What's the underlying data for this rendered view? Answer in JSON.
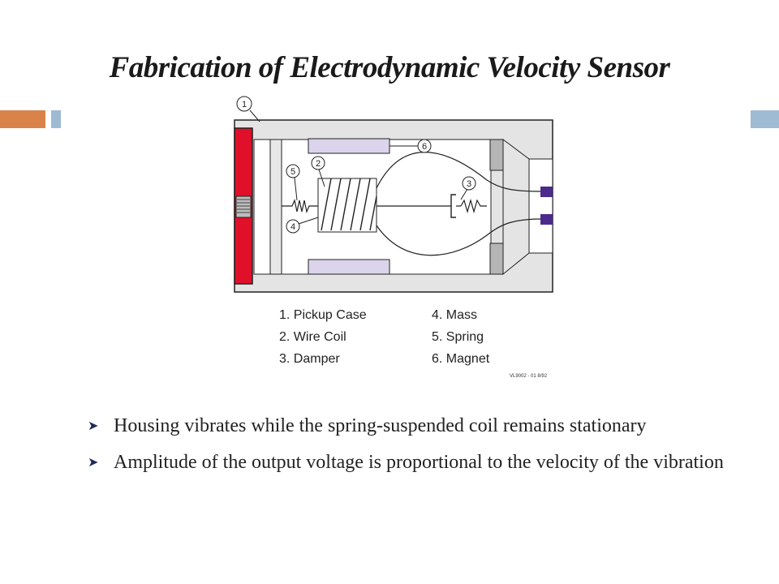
{
  "slide": {
    "title": "Fabrication of Electrodynamic Velocity Sensor"
  },
  "colors": {
    "accent_orange": "#d9834a",
    "accent_blue": "#9fbad3",
    "case_red": "#e0102a",
    "magnet_lavender": "#dcd4ec",
    "terminal_purple": "#4b2a8c",
    "housing_fill": "#e4e4e4",
    "damper_block": "#b5b5b5"
  },
  "diagram": {
    "callouts": [
      "1",
      "2",
      "3",
      "4",
      "5",
      "6"
    ],
    "legend": [
      {
        "num": "1.",
        "label": "Pickup Case"
      },
      {
        "num": "2.",
        "label": "Wire Coil"
      },
      {
        "num": "3.",
        "label": "Damper"
      },
      {
        "num": "4.",
        "label": "Mass"
      },
      {
        "num": "5.",
        "label": "Spring"
      },
      {
        "num": "6.",
        "label": "Magnet"
      }
    ],
    "figure_code": "VL9002 - 01 8/92"
  },
  "bullets": [
    {
      "marker": "➤",
      "text": "Housing vibrates while the spring-suspended coil remains stationary"
    },
    {
      "marker": "➤",
      "text": "Amplitude of the output voltage is proportional to the velocity of the vibration"
    }
  ]
}
